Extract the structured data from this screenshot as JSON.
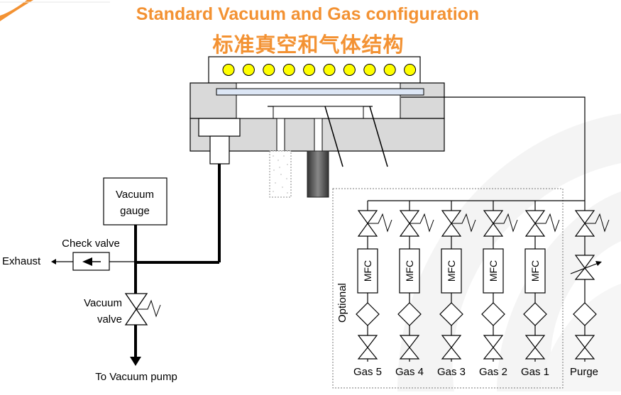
{
  "header": {
    "title_en": "Standard Vacuum and Gas configuration",
    "title_zh": "标准真空和气体结构"
  },
  "colors": {
    "title": "#f39233",
    "chamber_fill": "#d9d9d9",
    "lamp_fill": "#ffff00",
    "window_fill": "#dce6f5",
    "watermark": "#f3f3f3"
  },
  "diagram": {
    "lamps": {
      "count": 10
    },
    "vacuum_gauge": {
      "line1": "Vacuum",
      "line2": "gauge"
    },
    "check_valve": {
      "label": "Check valve"
    },
    "exhaust": {
      "label": "Exhaust"
    },
    "vacuum_valve": {
      "line1": "Vacuum",
      "line2": "valve"
    },
    "vacuum_pump": {
      "label": "To Vacuum pump"
    },
    "optional_label": "Optional",
    "mfc_label": "MFC",
    "gas_lines": [
      {
        "label": "Gas 5"
      },
      {
        "label": "Gas 4"
      },
      {
        "label": "Gas 3"
      },
      {
        "label": "Gas 2"
      },
      {
        "label": "Gas 1"
      }
    ],
    "purge": {
      "label": "Purge"
    }
  }
}
